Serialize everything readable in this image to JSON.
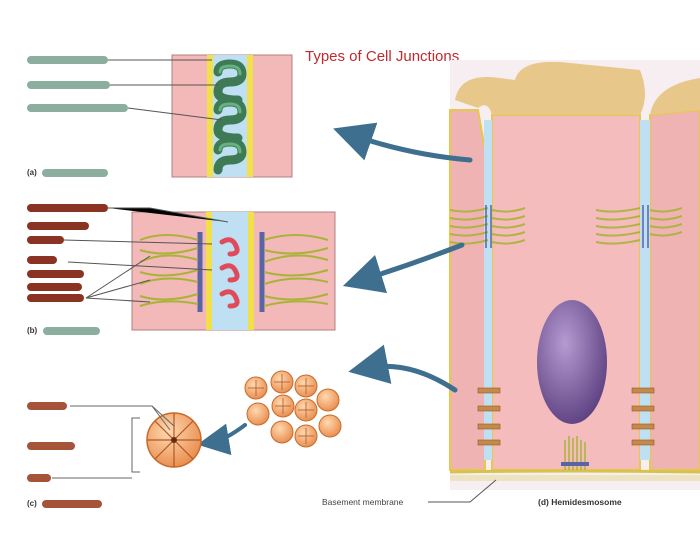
{
  "title": "Types of Cell Junctions",
  "panels": {
    "a_letter": "(a)",
    "b_letter": "(b)",
    "c_letter": "(c)",
    "d_caption": "(d) Hemidesmosome"
  },
  "basement_label": "Basement membrane",
  "colors": {
    "title": "#c0292f",
    "label_green": "#8cae9e",
    "label_brown": "#8b3322",
    "label_rust": "#a5543a",
    "cell_pink": "#f3b8b8",
    "membrane_yellow": "#f2e04a",
    "gap_blue": "#bfe0f3",
    "arrow_blue": "#3f6f8f",
    "nucleus": "#7a5a9a"
  }
}
